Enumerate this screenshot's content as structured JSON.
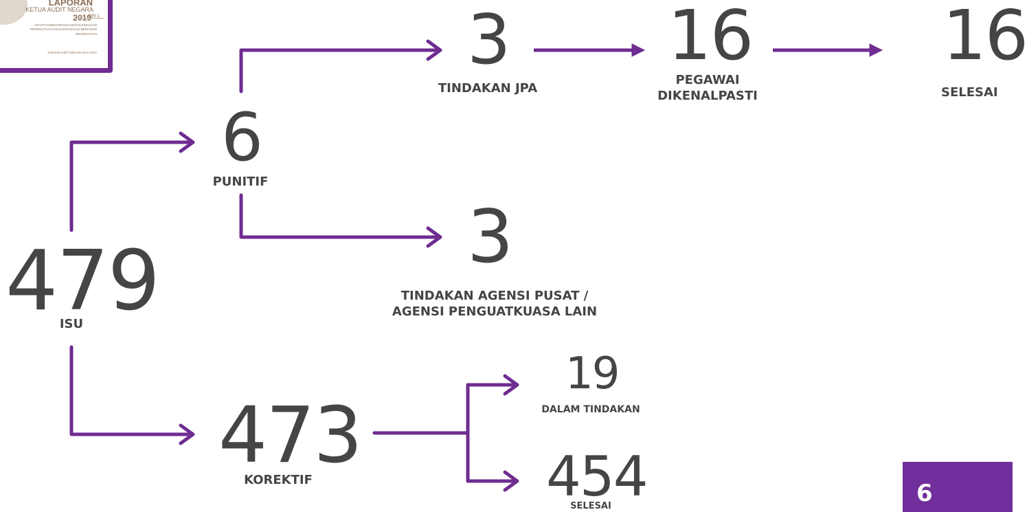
{
  "cover": {
    "title": "LAPORAN",
    "subtitle": "KETUA AUDIT NEGARA",
    "year": "2019",
    "series": "SIRI 1",
    "description": "AKTIVITI KEMENTERIAN/JABATAN KERAJAAN PERSEKUTUAN DAN BADAN-BADAN BERKANUN PERSEKUTUAN",
    "publisher": "JABATAN AUDIT NEGARA MALAYSIA"
  },
  "nodes": {
    "isu": {
      "value": "479",
      "label": "ISU"
    },
    "punitif": {
      "value": "6",
      "label": "PUNITIF"
    },
    "korektif": {
      "value": "473",
      "label": "KOREKTIF"
    },
    "tindakan_jpa": {
      "value": "3",
      "label": "TINDAKAN JPA"
    },
    "pegawai": {
      "value": "16",
      "label_line1": "PEGAWAI",
      "label_line2": "DIKENALPASTI"
    },
    "selesai_top": {
      "value": "16",
      "label": "SELESAI"
    },
    "agensi": {
      "value": "3",
      "label_line1": "TINDAKAN AGENSI PUSAT /",
      "label_line2": "AGENSI PENGUATKUASA LAIN"
    },
    "dalam_tindakan": {
      "value": "19",
      "label": "DALAM TINDAKAN"
    },
    "selesai_bottom": {
      "value": "454",
      "label": "SELESAI"
    }
  },
  "page_number": "6",
  "colors": {
    "arrow": "#6f2c91",
    "text": "#454545",
    "badge": "#702f9c"
  }
}
